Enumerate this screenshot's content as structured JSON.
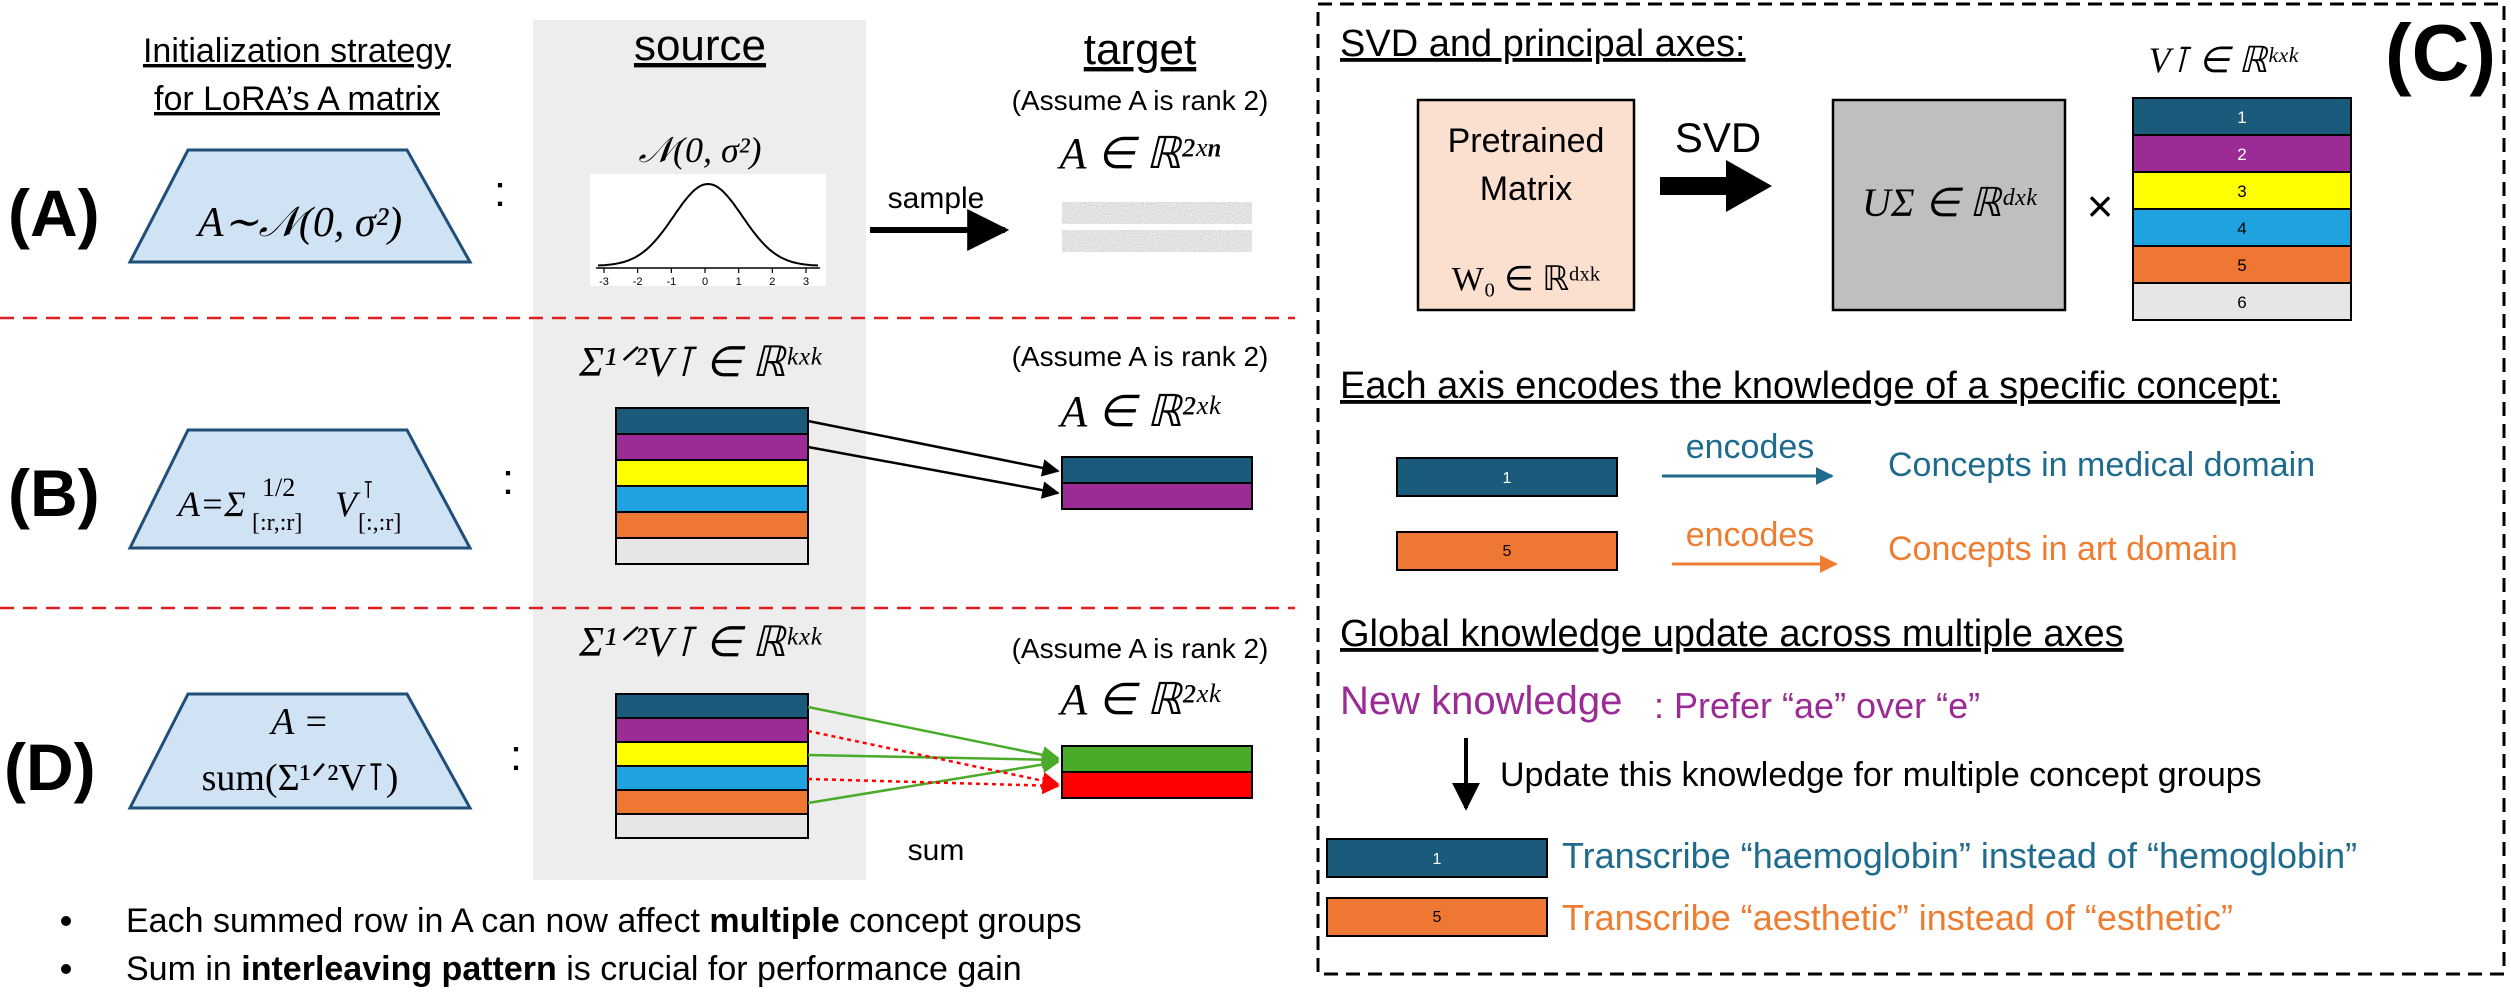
{
  "colors": {
    "row_colors": [
      "#1a5a7a",
      "#9b2b95",
      "#ffff00",
      "#1ea3e0",
      "#ee7733",
      "#e6e6e6"
    ],
    "trapezoid_fill": "#cfe3f5",
    "trapezoid_stroke": "#1f4e79",
    "source_bg": "#ededed",
    "pretrained_fill": "#fbe0d0",
    "usigma_fill": "#bfbfbf",
    "red_dash": "#e02020",
    "green": "#4aaa2a",
    "red": "#ff0000",
    "teal_text": "#1f6b8e",
    "orange_text": "#ed7d31",
    "purple_text": "#9b2b95"
  },
  "header": {
    "init_title_line1": "Initialization strategy",
    "init_title_line2": "for LoRA’s A matrix",
    "source_title": "source",
    "target_title": "target",
    "assume_text": "(Assume A is rank 2)"
  },
  "row_a": {
    "label": "(A)",
    "formula": "A∼𝒩(0, σ²)",
    "colon": ":",
    "gaussian_label": "𝒩(0, σ²)",
    "tick_labels": [
      "-3",
      "-2",
      "-1",
      "0",
      "1",
      "2",
      "3"
    ],
    "arrow_label": "sample",
    "target_formula": "A ∈ ℝ²ˣⁿ"
  },
  "row_b": {
    "label": "(B)",
    "formula": "A=Σ^{1/2}_{[:r,:r]} V^⊺_{[:,:r]}",
    "formula_main": "A=Σ",
    "formula_sup": "1/2",
    "formula_sub": "[:r,:r]",
    "formula_v": "V",
    "formula_vsup": "⊺",
    "formula_vsub": "[:,:r]",
    "colon": ":",
    "source_formula": "Σ¹ᐟ²V⊺ ∈ ℝᵏˣᵏ",
    "assume_text": "(Assume A is rank 2)",
    "target_formula": "A ∈ ℝ²ˣᵏ"
  },
  "row_d": {
    "label": "(D)",
    "formula_line1": "A =",
    "formula_line2": "sum(Σ¹ᐟ²V⊺)",
    "colon": ":",
    "source_formula": "Σ¹ᐟ²V⊺ ∈ ℝᵏˣᵏ",
    "assume_text": "(Assume A is rank 2)",
    "target_formula": "A ∈ ℝ²ˣᵏ",
    "sum_label": "sum"
  },
  "bullets": [
    {
      "pre": "Each summed row in A can now affect ",
      "bold": "multiple",
      "post": " concept groups"
    },
    {
      "pre": "Sum in ",
      "bold": "interleaving pattern",
      "post": " is crucial for performance gain"
    }
  ],
  "panel_c": {
    "label": "(C)",
    "svd_title": "SVD and principal axes:",
    "pretrained_line1": "Pretrained",
    "pretrained_line2": "Matrix",
    "pretrained_formula": "W₀ ∈ ℝᵈˣᵏ",
    "svd_label": "SVD",
    "usigma_formula": "UΣ ∈ ℝᵈˣᵏ",
    "times": "×",
    "vt_formula": "V⊺ ∈ ℝᵏˣᵏ",
    "vt_rows": [
      "1",
      "2",
      "3",
      "4",
      "5",
      "6"
    ],
    "axis_title": "Each axis encodes the knowledge of a specific concept:",
    "encodes": [
      {
        "row": "1",
        "label": "encodes",
        "concept": "Concepts in medical domain"
      },
      {
        "row": "5",
        "label": "encodes",
        "concept": "Concepts in art domain"
      }
    ],
    "global_title": "Global knowledge update across multiple axes",
    "new_knowledge": "New knowledge",
    "prefer_text": ": Prefer “ae” over “e”",
    "update_text": "Update this knowledge for multiple concept groups",
    "transcribe": [
      {
        "row": "1",
        "text": "Transcribe “haemoglobin” instead of “hemoglobin”"
      },
      {
        "row": "5",
        "text": "Transcribe “aesthetic” instead of “esthetic”"
      }
    ]
  }
}
